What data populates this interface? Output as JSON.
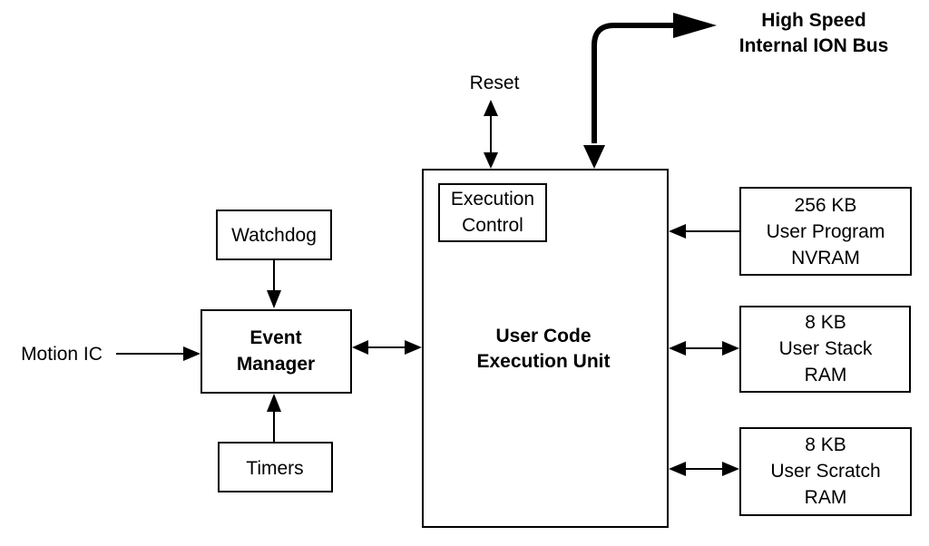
{
  "labels": {
    "bus_line1": "High Speed",
    "bus_line2": "Internal ION Bus",
    "reset": "Reset",
    "motion_ic": "Motion IC"
  },
  "blocks": {
    "execution_control": {
      "line1": "Execution",
      "line2": "Control"
    },
    "watchdog": "Watchdog",
    "event_manager": {
      "line1": "Event",
      "line2": "Manager"
    },
    "timers": "Timers",
    "execution_unit": {
      "line1": "User Code",
      "line2": "Execution Unit"
    },
    "program_nvram": {
      "line1": "256 KB",
      "line2": "User Program",
      "line3": "NVRAM"
    },
    "stack_ram": {
      "line1": "8 KB",
      "line2": "User Stack",
      "line3": "RAM"
    },
    "scratch_ram": {
      "line1": "8 KB",
      "line2": "User Scratch",
      "line3": "RAM"
    }
  }
}
